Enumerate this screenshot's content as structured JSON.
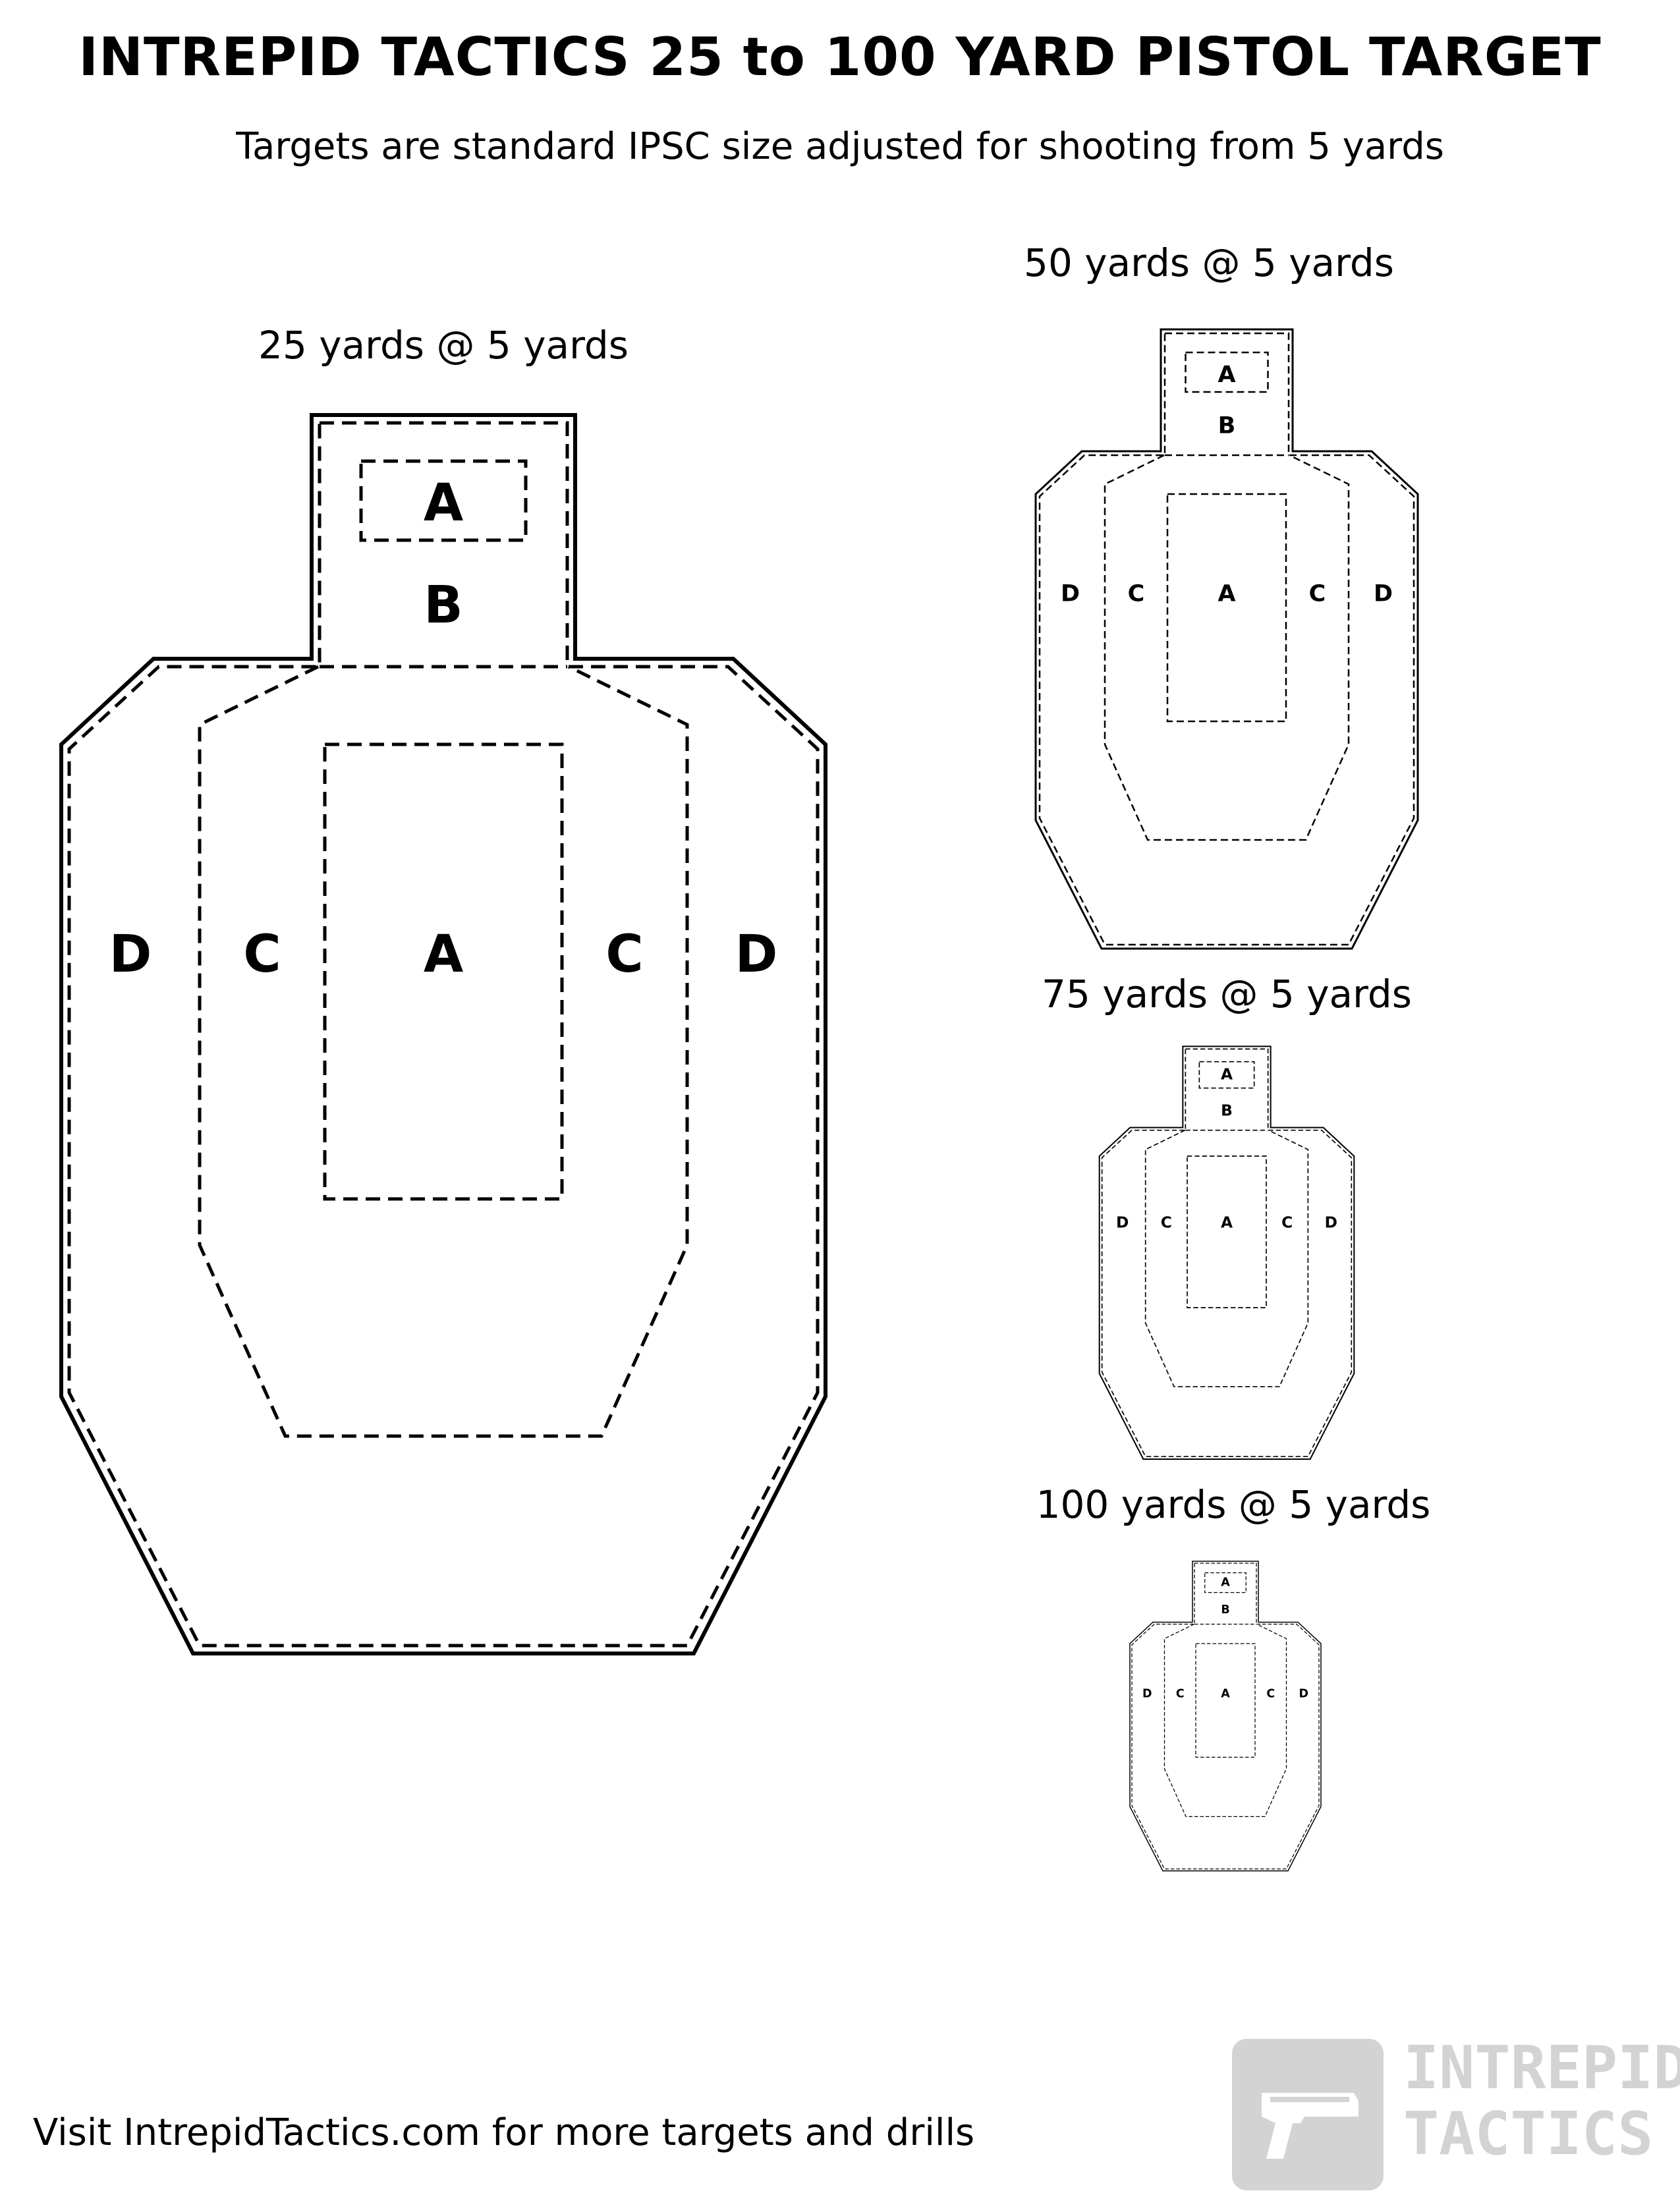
{
  "title": "INTREPID TACTICS 25 to 100 YARD PISTOL TARGET",
  "subtitle": "Targets are standard IPSC size adjusted for shooting from 5 yards",
  "targets": [
    {
      "label": "25 yards @ 5 yards",
      "zones": [
        "A",
        "B",
        "D",
        "C",
        "A",
        "C",
        "D"
      ]
    },
    {
      "label": "50 yards @ 5 yards",
      "zones": [
        "A",
        "B",
        "D",
        "C",
        "A",
        "C",
        "D"
      ]
    },
    {
      "label": "75 yards @ 5 yards",
      "zones": [
        "A",
        "B",
        "D",
        "C",
        "A",
        "C",
        "D"
      ]
    },
    {
      "label": "100 yards @ 5 yards",
      "zones": [
        "A",
        "B",
        "D",
        "C",
        "A",
        "C",
        "D"
      ]
    }
  ],
  "footer": "Visit IntrepidTactics.com for more targets and drills",
  "logo": {
    "line1": "INTREPID",
    "line2": "TACTICS",
    "icon": "pistol-icon",
    "color": "#d3d3d3"
  }
}
